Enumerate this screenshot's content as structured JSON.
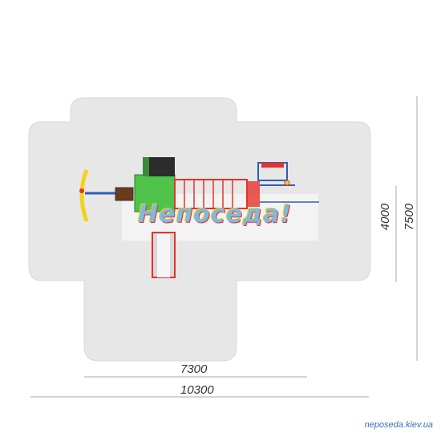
{
  "plan": {
    "dimensions": {
      "inner_width": "7300",
      "outer_width": "10300",
      "inner_depth": "4000",
      "outer_depth": "7500"
    },
    "logo_text": "Непоседа!",
    "watermark": "neposeda.kiev.ua"
  },
  "colors": {
    "safety_zone": "#e7e7e7",
    "green_tower": "#4fc34a",
    "red_frame": "#e5332a",
    "blue_bar": "#2f5fb3",
    "yellow_swing": "#f2d21b",
    "dimension_line": "#aaaaaa"
  }
}
